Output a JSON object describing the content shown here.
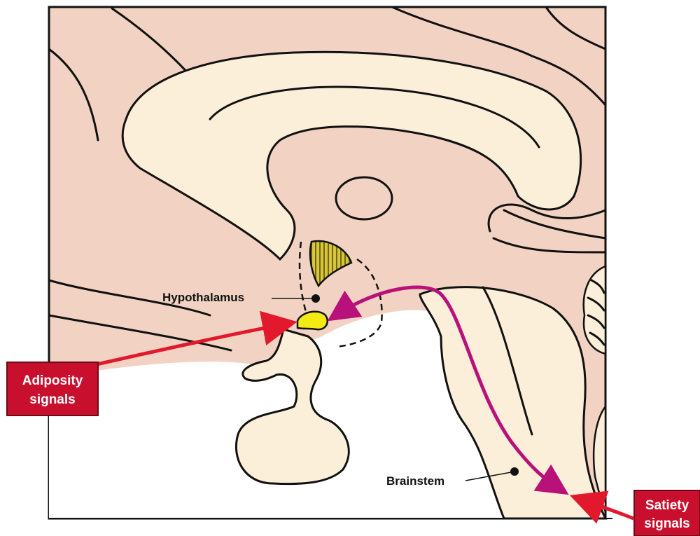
{
  "labels": {
    "hypothalamus": "Hypothalamus",
    "brainstem": "Brainstem"
  },
  "callouts": {
    "adiposity": {
      "line1": "Adiposity",
      "line2": "signals"
    },
    "satiety": {
      "line1": "Satiety",
      "line2": "signals"
    }
  },
  "colors": {
    "brain_pink": "#f2d3c3",
    "tissue_cream": "#fcefd9",
    "nucleus_yellow": "#f2ea12",
    "thalamic_olive": "#c2b42a",
    "arrow_red": "#e2182c",
    "arrow_magenta": "#b8127a",
    "callout_red": "#c8102e"
  }
}
